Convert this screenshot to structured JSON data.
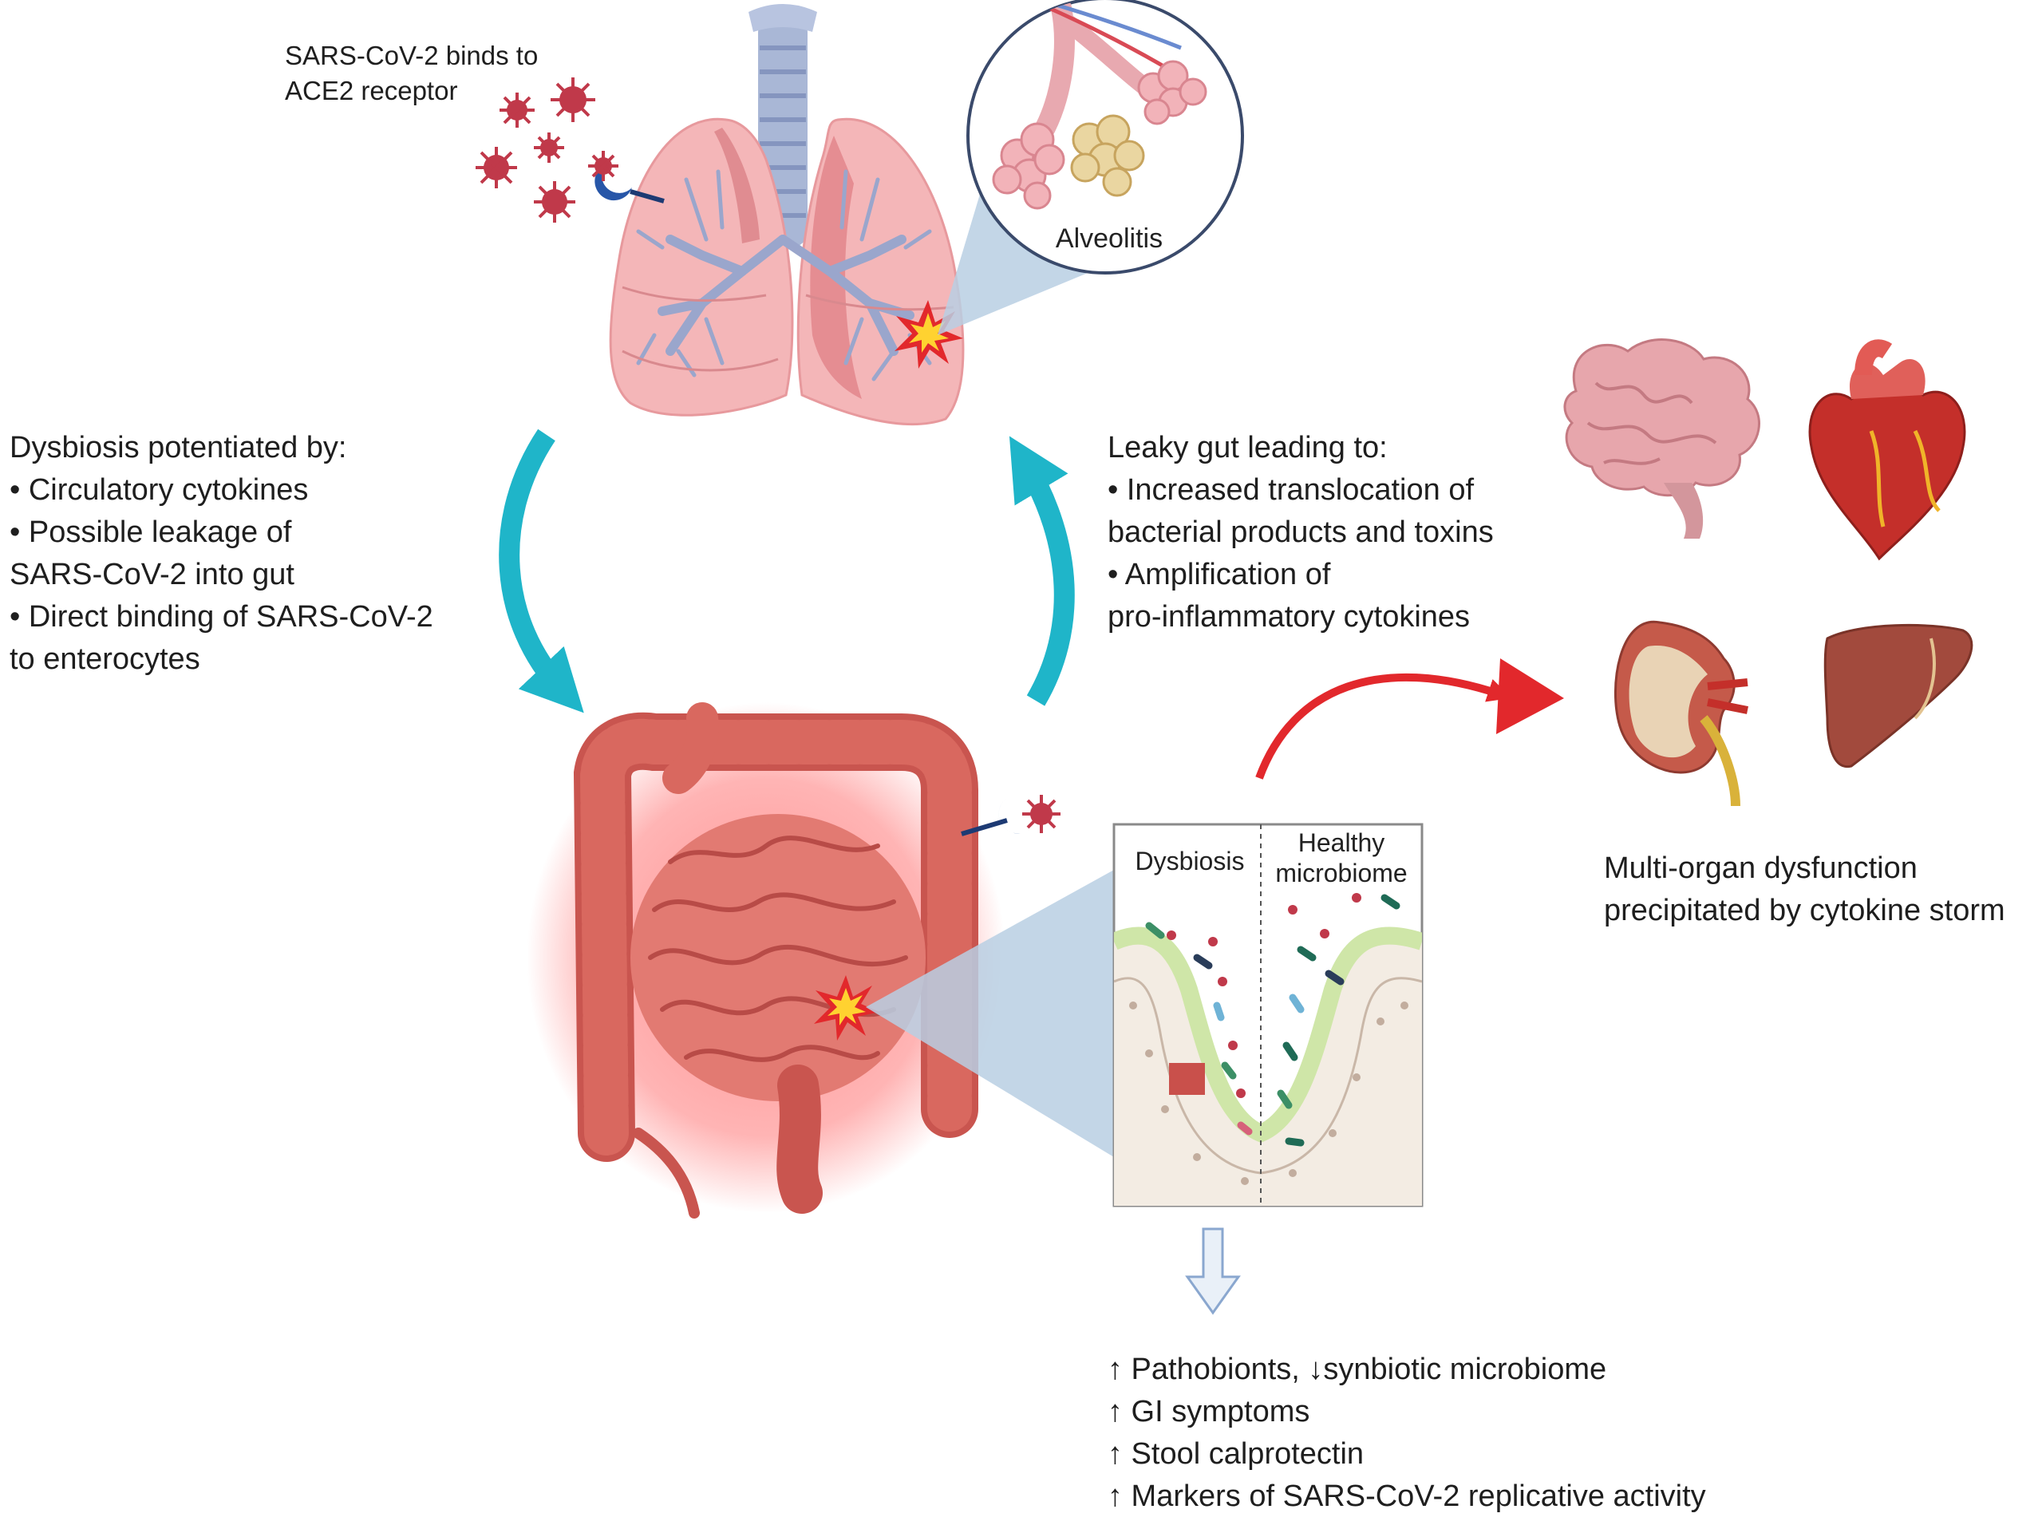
{
  "lung": {
    "ace2_label": [
      "SARS-CoV-2 binds to",
      "ACE2 receptor"
    ],
    "alveolitis_label": "Alveolitis"
  },
  "left_text": {
    "title": "Dysbiosis potentiated by:",
    "items": [
      "• Circulatory cytokines",
      "• Possible leakage of",
      "SARS-CoV-2 into gut",
      "• Direct binding of SARS-CoV-2",
      "to enterocytes"
    ]
  },
  "right_text": {
    "title": "Leaky gut leading to:",
    "items": [
      "• Increased translocation of",
      "bacterial products and toxins",
      "• Amplification of",
      "pro-inflammatory cytokines"
    ]
  },
  "inset": {
    "left_label": "Dysbiosis",
    "right_label": [
      "Healthy",
      "microbiome"
    ]
  },
  "organs": {
    "caption": [
      "Multi-organ dysfunction",
      "precipitated by cytokine storm"
    ]
  },
  "bottom_text": {
    "items": [
      "↑ Pathobionts, ↓synbiotic microbiome",
      "↑ GI symptoms",
      "↑ Stool calprotectin",
      "↑ Markers of SARS-CoV-2 replicative activity"
    ]
  },
  "colors": {
    "cyan_arrow": "#1fb5c9",
    "red_arrow": "#e2282c",
    "lung_pink": "#f4b6b8",
    "gut_red": "#d9534f",
    "virus": "#c0394a"
  }
}
